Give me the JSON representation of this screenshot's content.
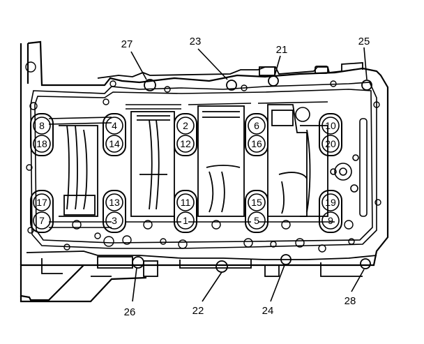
{
  "callouts": {
    "c27": "27",
    "c23": "23",
    "c21": "21",
    "c25": "25",
    "c26": "26",
    "c22": "22",
    "c24": "24",
    "c28": "28"
  },
  "bolts": {
    "b1": "1",
    "b2": "2",
    "b3": "3",
    "b4": "4",
    "b5": "5",
    "b6": "6",
    "b7": "7",
    "b8": "8",
    "b9": "9",
    "b10": "10",
    "b11": "11",
    "b12": "12",
    "b13": "13",
    "b14": "14",
    "b15": "15",
    "b16": "16",
    "b17": "17",
    "b18": "18",
    "b19": "19",
    "b20": "20"
  }
}
